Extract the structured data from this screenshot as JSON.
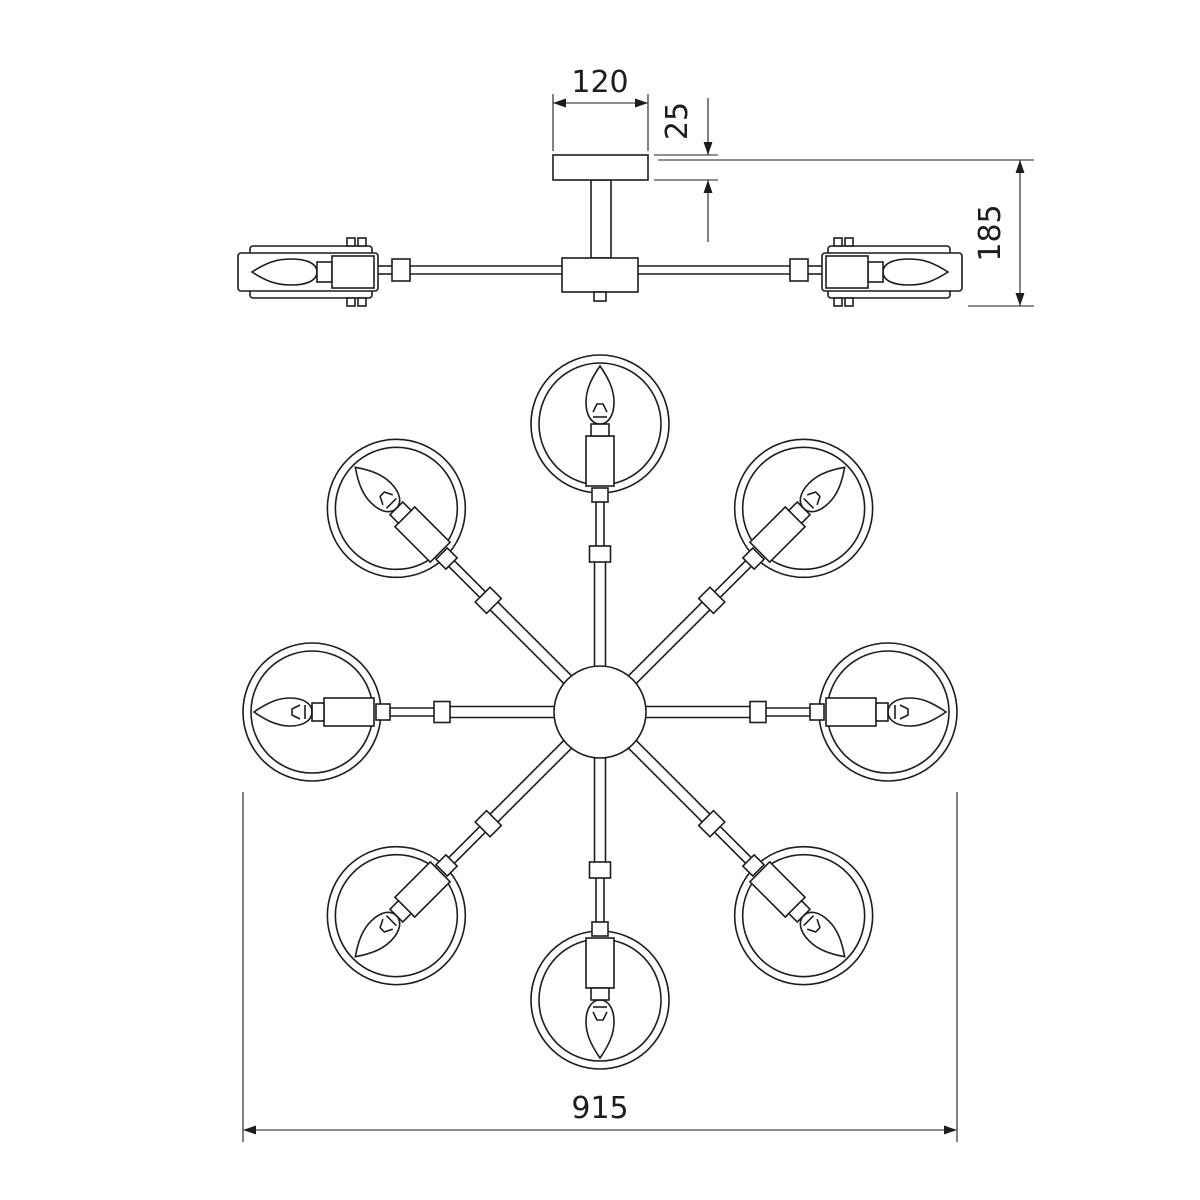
{
  "figure": {
    "kind": "technical dimension drawing",
    "lamp_count": 8,
    "line_color": "#1d1d1b",
    "background_color": "#ffffff"
  },
  "dims": {
    "canopy_width": "120",
    "canopy_height": "25",
    "overall_height": "185",
    "overall_diameter": "915"
  }
}
